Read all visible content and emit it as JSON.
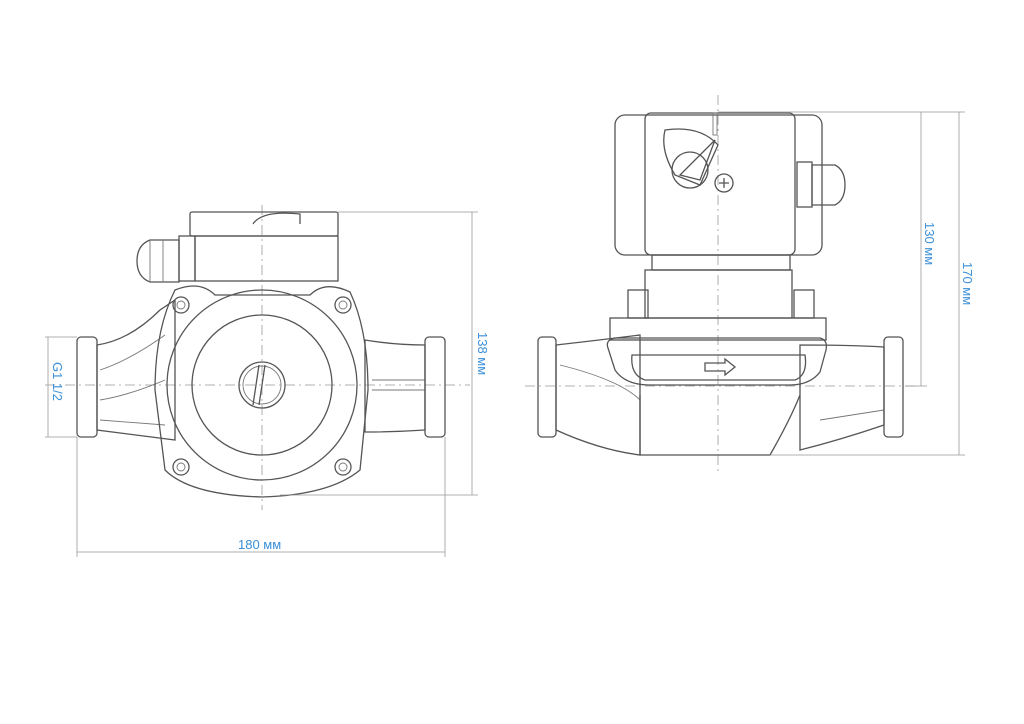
{
  "front_view": {
    "dimensions": {
      "height": "138 мм",
      "length": "180 мм",
      "thread": "G1 1/2"
    }
  },
  "side_view": {
    "dimensions": {
      "axis_height": "130 мм",
      "total_height": "170 мм"
    }
  },
  "colors": {
    "dimension_text": "#3a8fd9",
    "outline": "#555555"
  }
}
